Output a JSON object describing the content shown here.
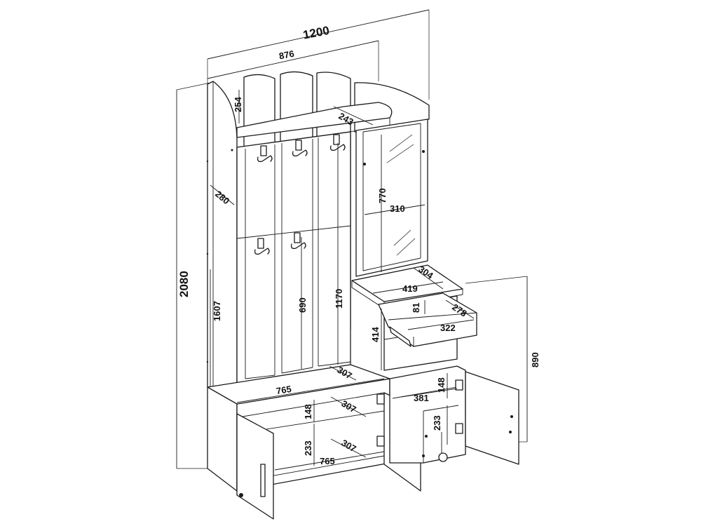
{
  "dimensions": {
    "total_width": "1200",
    "top_width": "876",
    "total_height": "2080",
    "cap_height": "254",
    "shelf_depth": "243",
    "side_depth": "280",
    "side_height": "1607",
    "mirror_height": "770",
    "mirror_width": "310",
    "hook_height": "690",
    "panel_height": "1170",
    "panel_depth": "307",
    "bench_width": "765",
    "table_depth": "304",
    "table_width": "419",
    "drawer_height": "81",
    "drawer_depth": "278",
    "drawer_width": "322",
    "drawer_box_height": "414",
    "right_cabinet_height": "890",
    "cabinet_shelf_height": "148",
    "cabinet_shelf_depth": "307",
    "right_inner_width": "381",
    "right_shelf_height": "148",
    "right_lower_height": "233",
    "lower_height": "233",
    "lower_depth": "307",
    "lower_width": "765"
  }
}
